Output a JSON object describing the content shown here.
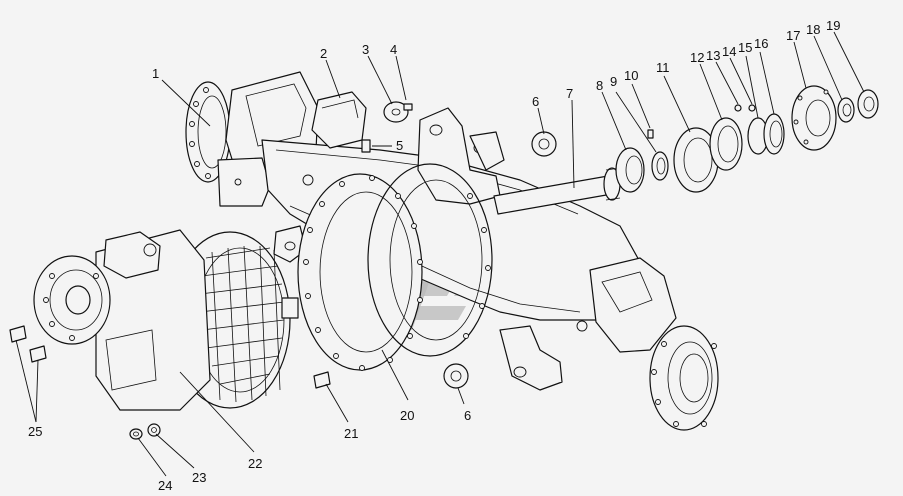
{
  "callouts": {
    "c1": "1",
    "c2": "2",
    "c3": "3",
    "c4": "4",
    "c5": "5",
    "c6a": "6",
    "c6b": "6",
    "c7": "7",
    "c8": "8",
    "c9": "9",
    "c10": "10",
    "c11": "11",
    "c12": "12",
    "c13": "13",
    "c14": "14",
    "c15": "15",
    "c16": "16",
    "c17": "17",
    "c18": "18",
    "c19": "19",
    "c20": "20",
    "c21": "21",
    "c22": "22",
    "c23": "23",
    "c24": "24",
    "c25": "25"
  },
  "colors": {
    "line": "#111111",
    "background": "#f4f4f4",
    "watermark": "#b9b9b9"
  }
}
